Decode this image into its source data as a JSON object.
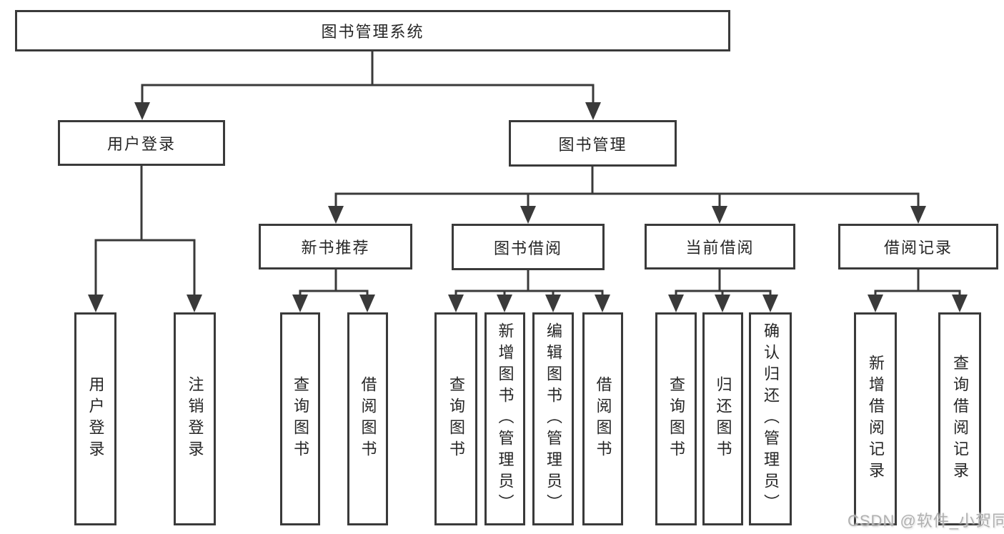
{
  "diagram_title": "图书管理系统",
  "tree": {
    "label": "图书管理系统",
    "children": [
      {
        "label": "用户登录",
        "children": [
          {
            "label": "用户登录"
          },
          {
            "label": "注销登录"
          }
        ]
      },
      {
        "label": "图书管理",
        "children": [
          {
            "label": "新书推荐",
            "children": [
              {
                "label": "查询图书"
              },
              {
                "label": "借阅图书"
              }
            ]
          },
          {
            "label": "图书借阅",
            "children": [
              {
                "label": "查询图书"
              },
              {
                "label": "新增图书（管理员）"
              },
              {
                "label": "编辑图书（管理员）"
              },
              {
                "label": "借阅图书"
              }
            ]
          },
          {
            "label": "当前借阅",
            "children": [
              {
                "label": "查询图书"
              },
              {
                "label": "归还图书"
              },
              {
                "label": "确认归还（管理员）"
              }
            ]
          },
          {
            "label": "借阅记录",
            "children": [
              {
                "label": "新增借阅记录"
              },
              {
                "label": "查询借阅记录"
              }
            ]
          }
        ]
      }
    ]
  },
  "watermark": {
    "text": "CSDN @软件_小贺同学"
  },
  "colors": {
    "line": "#3a3a3a",
    "box_border": "#3a3a3a",
    "text": "#262626",
    "watermark": "#b0b0b0",
    "background": "#ffffff"
  }
}
